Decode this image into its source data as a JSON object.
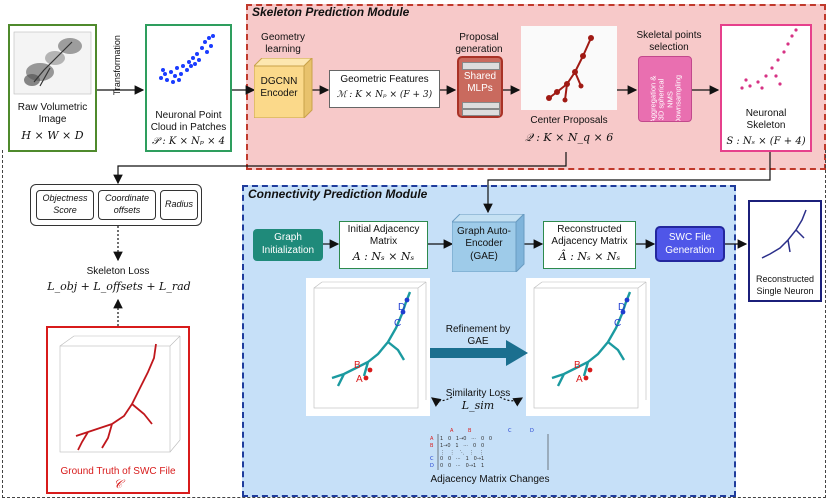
{
  "skeleton_module": {
    "title": "Skeleton Prediction Module",
    "bg": "#f7c9c9",
    "border": "#c0392b"
  },
  "connectivity_module": {
    "title": "Connectivity Prediction Module",
    "bg": "#c6e0f8",
    "border": "#1f3c9c"
  },
  "raw_image": {
    "line1": "Raw Volumetric",
    "line2": "Image",
    "math": "H × W × D",
    "border": "#4f8a2c"
  },
  "transformation": "Transformation",
  "point_cloud": {
    "line1": "Neuronal Point",
    "line2": "Cloud in Patches",
    "math": "𝒫 : K × Nₚ × 4",
    "border": "#2e9e5e"
  },
  "geometry_learning": {
    "line1": "Geometry",
    "line2": "learning"
  },
  "dgcnn": {
    "line1": "DGCNN",
    "line2": "Encoder",
    "face": "#fbd98a"
  },
  "geometric_features": {
    "label": "Geometric Features",
    "math": "ℳ : K × Nₚ × (F + 3)"
  },
  "proposal_generation": {
    "line1": "Proposal",
    "line2": "generation"
  },
  "shared_mlps": {
    "line1": "Shared",
    "line2": "MLPs",
    "color": "#a93226"
  },
  "center_proposals": {
    "label": "Center Proposals",
    "math": "𝒬 : K × N_q × 6"
  },
  "skeletal_selection": {
    "line1": "Skeletal points",
    "line2": "selection"
  },
  "aggregation_box": {
    "line1": "Aggregation &",
    "line2": "3D spherical",
    "line3": "NMS",
    "line4": "Downsampling",
    "color": "#e96fb0"
  },
  "neuronal_skeleton": {
    "line1": "Neuronal",
    "line2": "Skeleton",
    "math": "S : Nₛ × (F + 4)",
    "border": "#e6408c"
  },
  "loss_outputs": {
    "objectness": [
      "Objectness",
      "Score"
    ],
    "coordinate": [
      "Coordinate",
      "offsets"
    ],
    "radius": "Radius"
  },
  "skeleton_loss": {
    "label": "Skeleton Loss",
    "math": "L_obj + L_offsets + L_rad"
  },
  "ground_truth": {
    "label": "Ground Truth of SWC File",
    "math": "𝒞",
    "border": "#d81b1b"
  },
  "graph_init": {
    "line1": "Graph",
    "line2": "Initialization",
    "color": "#1f8a7a"
  },
  "initial_adjacency": {
    "line1": "Initial Adjacency",
    "line2": "Matrix",
    "math": "A : Nₛ × Nₛ"
  },
  "gae": {
    "line1": "Graph Auto-",
    "line2": "Encoder",
    "line3": "(GAE)",
    "face": "#9ecbe9"
  },
  "reconstructed_adjacency": {
    "line1": "Reconstructed",
    "line2": "Adjacency Matrix",
    "math": "Â : Nₛ × Nₛ"
  },
  "swc_generation": {
    "line1": "SWC File",
    "line2": "Generation",
    "color": "#4f56e8"
  },
  "reconstructed_neuron": {
    "line1": "Reconstructed",
    "line2": "Single Neuron",
    "border": "#1b1f7a"
  },
  "refinement": {
    "line1": "Refinement by",
    "line2": "GAE"
  },
  "similarity_loss": {
    "label": "Similarity Loss",
    "math": "L_sim"
  },
  "adjacency_changes": "Adjacency Matrix Changes",
  "points": {
    "a": "A",
    "b": "B",
    "c": "C",
    "d": "D"
  }
}
